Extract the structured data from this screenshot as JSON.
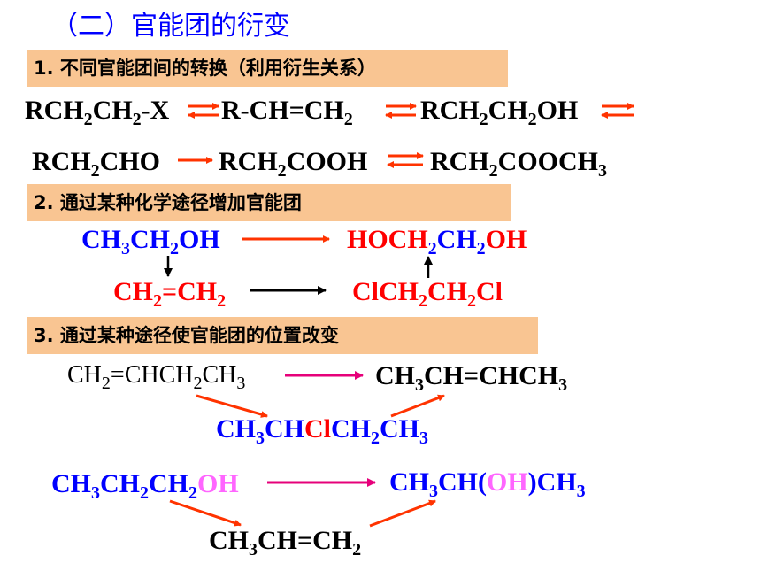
{
  "title": "（二）官能团的衍变",
  "section1": {
    "label": "1. 不同官能团间的转换（利用衍生关系）",
    "row1": {
      "f1": {
        "a": "RCH",
        "s1": "2",
        "b": "CH",
        "s2": "2",
        "c": "-X"
      },
      "f2": {
        "a": "R-CH=CH",
        "s1": "2"
      },
      "f3": {
        "a": "RCH",
        "s1": "2",
        "b": "CH",
        "s2": "2",
        "c": "OH"
      }
    },
    "row2": {
      "f1": {
        "a": "RCH",
        "s1": "2",
        "b": "CHO"
      },
      "f2": {
        "a": "RCH",
        "s1": "2",
        "b": "COOH"
      },
      "f3": {
        "a": "RCH",
        "s1": "2",
        "b": "COOCH",
        "s2": "3"
      }
    }
  },
  "section2": {
    "label": "2. 通过某种化学途径增加官能团",
    "start": {
      "a": "CH",
      "s1": "3",
      "b": "CH",
      "s2": "2",
      "c": "OH"
    },
    "target": {
      "a": "HOCH",
      "s1": "2",
      "b": "CH",
      "s2": "2",
      "c": "OH"
    },
    "inter1": {
      "a": "CH",
      "s1": "2",
      "b": "=CH",
      "s2": "2"
    },
    "inter2": {
      "a": "ClCH",
      "s1": "2",
      "b": "CH",
      "s2": "2",
      "c": "Cl"
    }
  },
  "section3": {
    "label": "3.  通过某种途径使官能团的位置改变",
    "start1": {
      "a": "CH",
      "s1": "2",
      "b": "=CHCH",
      "s2": "2",
      "c": "CH",
      "s3": "3"
    },
    "target1": {
      "a": "CH",
      "s1": "3",
      "b": "CH=CHCH",
      "s2": "3"
    },
    "inter1": {
      "a": "CH",
      "s1": "3",
      "b": "CH",
      "cl": "Cl",
      "c": "CH",
      "s2": "2",
      "d": "CH",
      "s3": "3"
    },
    "start2": {
      "a": "CH",
      "s1": "3",
      "b": "CH",
      "s2": "2",
      "c": "CH",
      "s3": "2",
      "oh": "OH"
    },
    "target2": {
      "a": "CH",
      "s1": "3",
      "b": "CH(",
      "oh": "OH",
      "c": ")CH",
      "s2": "3"
    },
    "inter2": {
      "a": "CH",
      "s1": "3",
      "b": "CH=CH",
      "s2": "2"
    }
  },
  "colors": {
    "title": "#0000ff",
    "section_bg": "#f9c592",
    "blue": "#0000ff",
    "red": "#ff0000",
    "pink": "#ff66ff",
    "arrow_red": "#ff3300",
    "arrow_magenta": "#e6007a"
  }
}
